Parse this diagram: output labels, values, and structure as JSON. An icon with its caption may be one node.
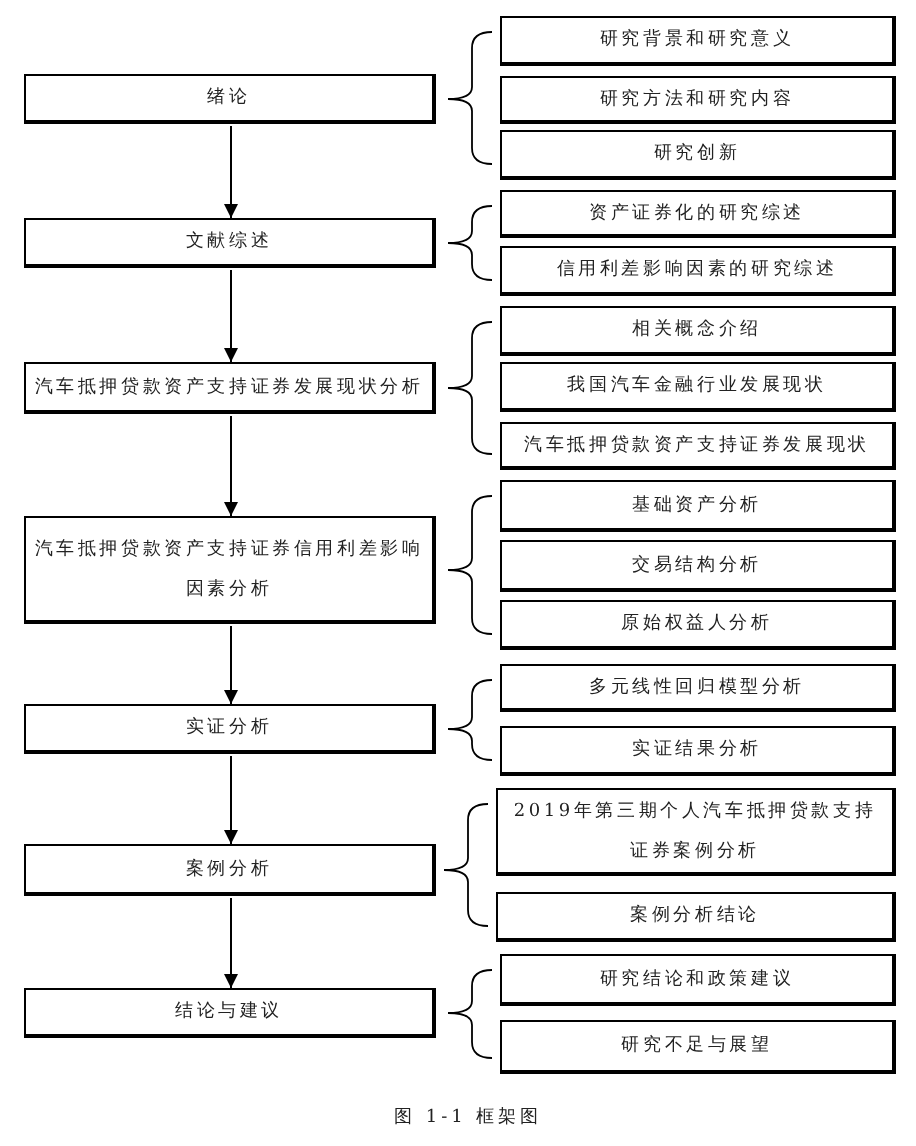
{
  "diagram": {
    "caption": "图 1-1 框架图",
    "nodes": [
      {
        "text": [
          "绪论"
        ]
      },
      {
        "text": [
          "研究背景和研究意义"
        ]
      },
      {
        "text": [
          "研究方法和研究内容"
        ]
      },
      {
        "text": [
          "研究创新"
        ]
      },
      {
        "text": [
          "文献综述"
        ]
      },
      {
        "text": [
          "资产证券化的研究综述"
        ]
      },
      {
        "text": [
          "信用利差影响因素的研究综述"
        ]
      },
      {
        "text": [
          "汽车抵押贷款资产支持证券发展现状分析"
        ]
      },
      {
        "text": [
          "相关概念介绍"
        ]
      },
      {
        "text": [
          "我国汽车金融行业发展现状"
        ]
      },
      {
        "text": [
          "汽车抵押贷款资产支持证券发展现状"
        ]
      },
      {
        "text": [
          "汽车抵押贷款资产支持证券信用利差影响因素分析"
        ]
      },
      {
        "text": [
          "基础资产分析"
        ]
      },
      {
        "text": [
          "交易结构分析"
        ]
      },
      {
        "text": [
          "原始权益人分析"
        ]
      },
      {
        "text": [
          "实证分析"
        ]
      },
      {
        "text": [
          "多元线性回归模型分析"
        ]
      },
      {
        "text": [
          "实证结果分析"
        ]
      },
      {
        "text": [
          "案例分析"
        ]
      },
      {
        "text": [
          "2019年第三期个人汽车抵押贷款支持证券案例分析"
        ]
      },
      {
        "text": [
          "案例分析结论"
        ]
      },
      {
        "text": [
          "结论与建议"
        ]
      },
      {
        "text": [
          "研究结论和政策建议"
        ]
      },
      {
        "text": [
          "研究不足与展望"
        ]
      }
    ],
    "edges": [
      {
        "from": 0,
        "to": 4,
        "arrow": "to"
      },
      {
        "from": 4,
        "to": 7,
        "arrow": "to"
      },
      {
        "from": 7,
        "to": 11,
        "arrow": "to"
      },
      {
        "from": 11,
        "to": 15,
        "arrow": "to"
      },
      {
        "from": 15,
        "to": 18,
        "arrow": "to"
      },
      {
        "from": 18,
        "to": 21,
        "arrow": "to"
      }
    ]
  }
}
